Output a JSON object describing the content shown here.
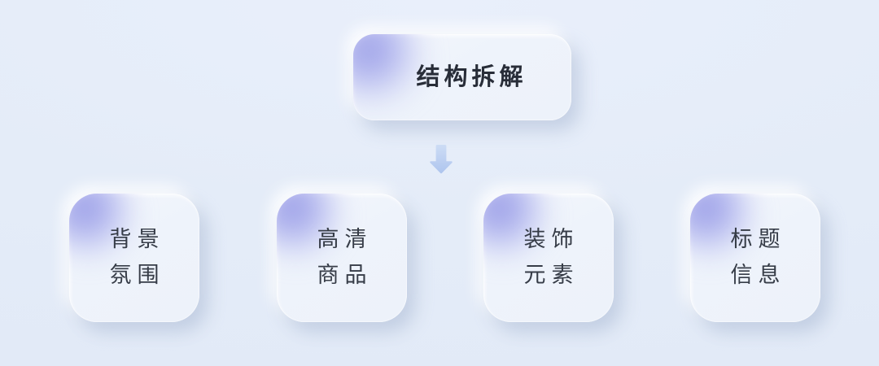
{
  "theme": {
    "background_color": "#e7eefa",
    "card_color": "#eff4fb",
    "accent_blob_color": "#8083e0",
    "arrow_color": "#b9cdf0",
    "title_text_color": "#282d38",
    "leaf_text_color": "#363c47"
  },
  "root": {
    "title": "结构拆解",
    "blob_icon": "purple-glow-blob"
  },
  "connector": {
    "icon": "arrow-down-icon",
    "direction": "down"
  },
  "leaves": [
    {
      "line1": "背景",
      "line2": "氛围",
      "blob_icon": "purple-glow-blob"
    },
    {
      "line1": "高清",
      "line2": "商品",
      "blob_icon": "purple-glow-blob"
    },
    {
      "line1": "装饰",
      "line2": "元素",
      "blob_icon": "purple-glow-blob"
    },
    {
      "line1": "标题",
      "line2": "信息",
      "blob_icon": "purple-glow-blob"
    }
  ]
}
